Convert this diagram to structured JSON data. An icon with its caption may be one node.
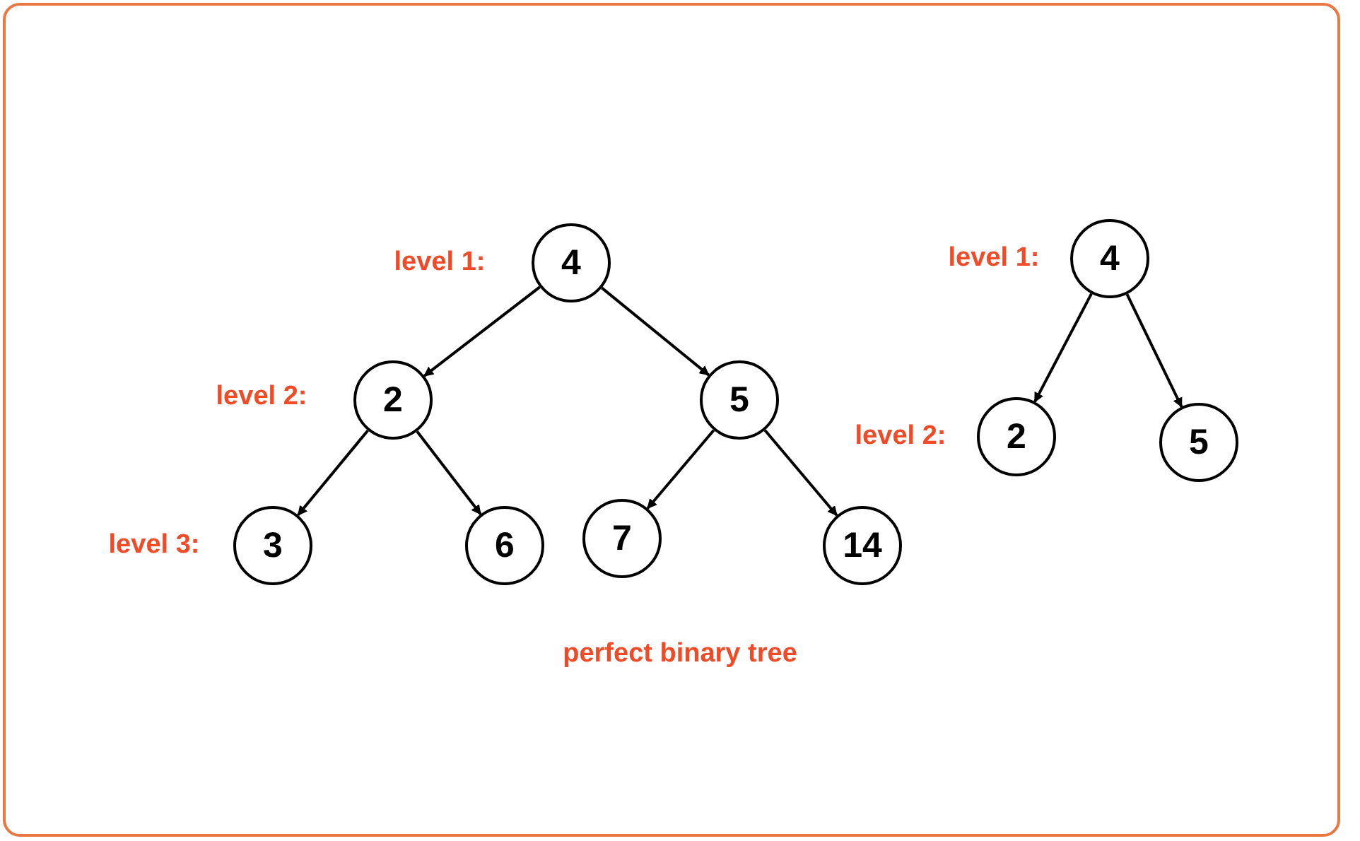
{
  "diagram": {
    "caption": "perfect binary tree",
    "nodes": [
      {
        "text": [
          "4"
        ]
      },
      {
        "text": [
          "4"
        ]
      },
      {
        "text": [
          "2"
        ]
      },
      {
        "text": [
          "5"
        ]
      },
      {
        "text": [
          "2"
        ]
      },
      {
        "text": [
          "5"
        ]
      },
      {
        "text": [
          "3"
        ]
      },
      {
        "text": [
          "6"
        ]
      },
      {
        "text": [
          "7"
        ]
      },
      {
        "text": [
          "14"
        ]
      }
    ],
    "edges": [
      {
        "from": 0,
        "to": 2,
        "arrow": "to"
      },
      {
        "from": 0,
        "to": 3,
        "arrow": "to"
      },
      {
        "from": 2,
        "to": 6,
        "arrow": "to"
      },
      {
        "from": 2,
        "to": 7,
        "arrow": "to"
      },
      {
        "from": 3,
        "to": 8,
        "arrow": "to"
      },
      {
        "from": 3,
        "to": 9,
        "arrow": "to"
      },
      {
        "from": 1,
        "to": 4,
        "arrow": "to"
      },
      {
        "from": 1,
        "to": 5,
        "arrow": "to"
      }
    ],
    "labels": [
      "level 1:",
      "level 1:",
      "level 2:",
      "level 2:",
      "level 3:"
    ]
  }
}
